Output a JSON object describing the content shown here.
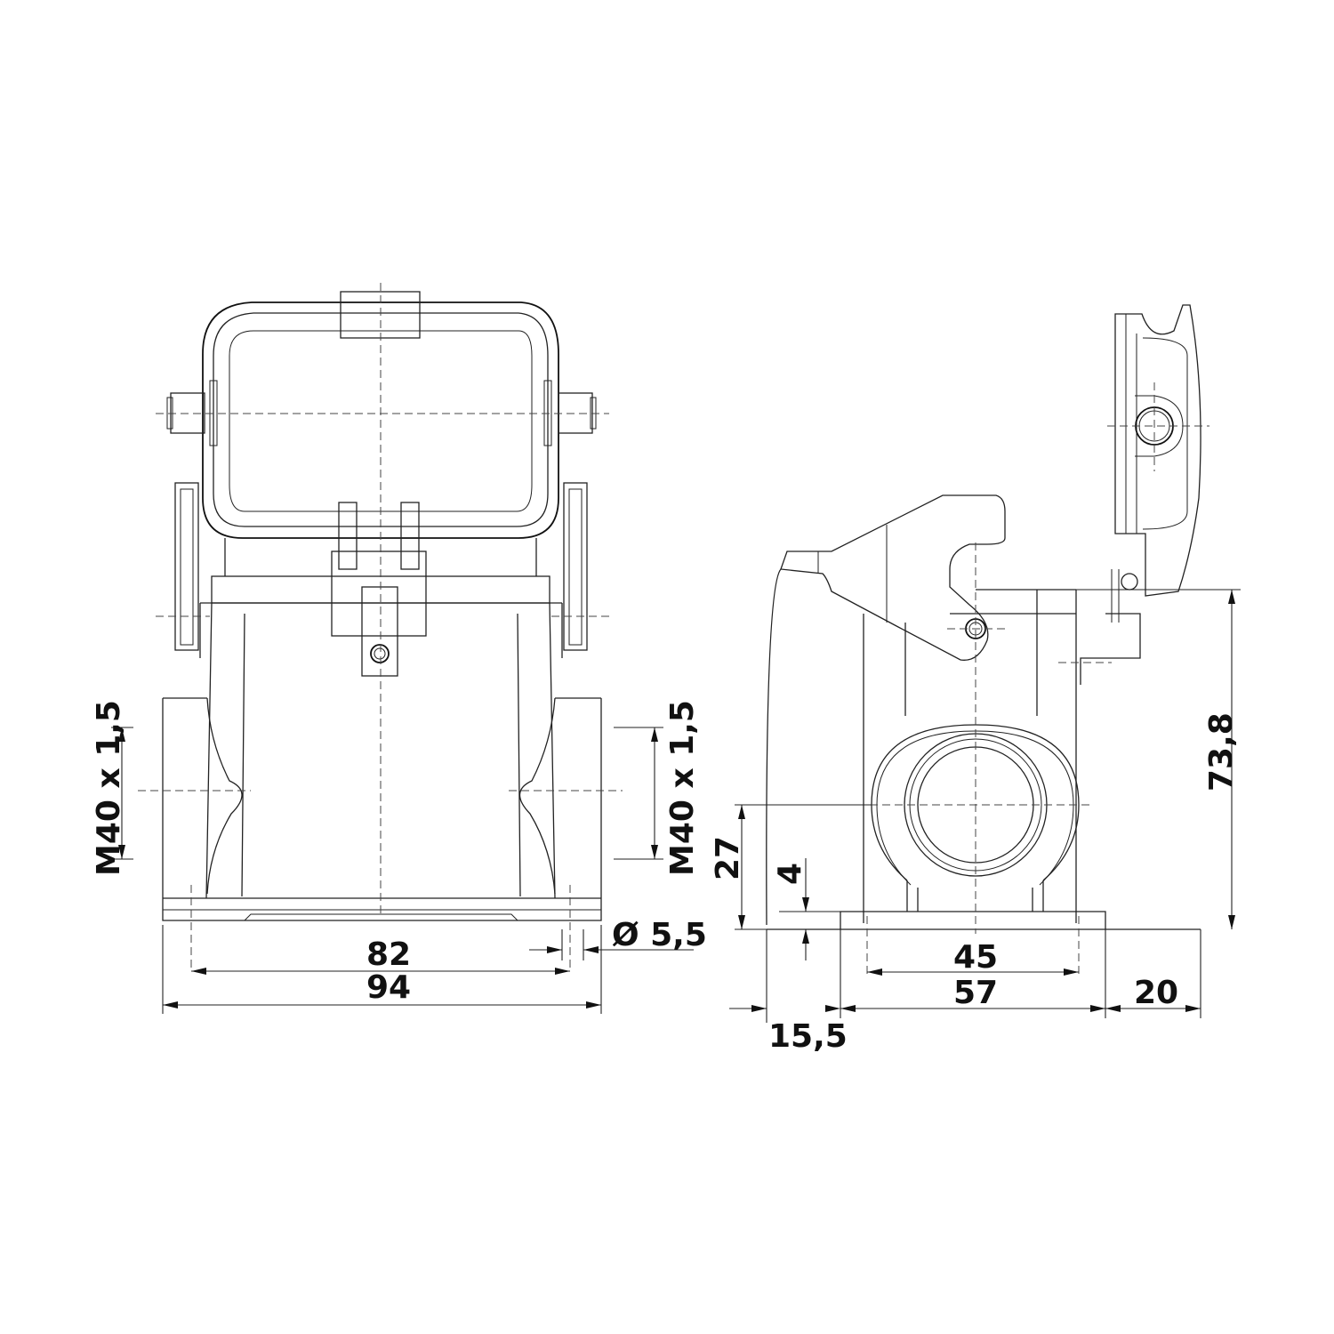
{
  "drawing": {
    "title": "Connector housing dimensional drawing",
    "views": [
      "front-view",
      "side-view"
    ],
    "units": "mm"
  },
  "front_view": {
    "dimensions": {
      "thread_left": "M40 x 1,5",
      "thread_right": "M40 x 1,5",
      "hole_spacing": "82",
      "base_width": "94",
      "hole_diameter": "Ø 5,5"
    }
  },
  "side_view": {
    "dimensions": {
      "total_height": "73,8",
      "entry_height": "27",
      "flange_thickness": "4",
      "hole_spacing": "45",
      "base_length": "57",
      "left_offset": "15,5",
      "right_offset": "20"
    }
  },
  "colors": {
    "line": "#222222",
    "background": "#ffffff"
  }
}
